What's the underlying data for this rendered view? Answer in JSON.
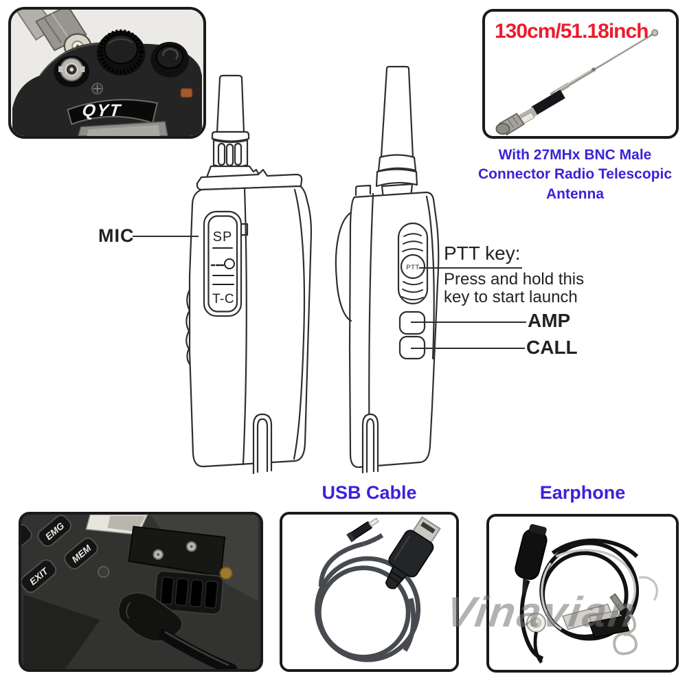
{
  "colors": {
    "accent_blue": "#3a23d9",
    "accent_red": "#ed1b2e",
    "line_art": "#2e2e2e",
    "watermark_gray": "#737373"
  },
  "top_left_photo": {
    "brand": "QYT"
  },
  "antenna": {
    "length": "130cm/51.18inch",
    "caption1": "With 27MHx BNC Male",
    "caption2": "Connector Radio Telescopic",
    "caption3": "Antenna"
  },
  "diagram": {
    "mic": "MIC",
    "panel_sp": "SP",
    "panel_tc": "T-C",
    "ptt_button": "PTT",
    "ptt_title": "PTT key:",
    "ptt_desc1": "Press and hold this",
    "ptt_desc2": "key to start launch",
    "amp": "AMP",
    "call": "CALL"
  },
  "accessories": {
    "usb_title": "USB Cable",
    "earphone_title": "Earphone",
    "watermark": "Vinavian",
    "keypad": {
      "key1": "EMG",
      "key2": "MEM",
      "key3": "EXIT"
    }
  }
}
